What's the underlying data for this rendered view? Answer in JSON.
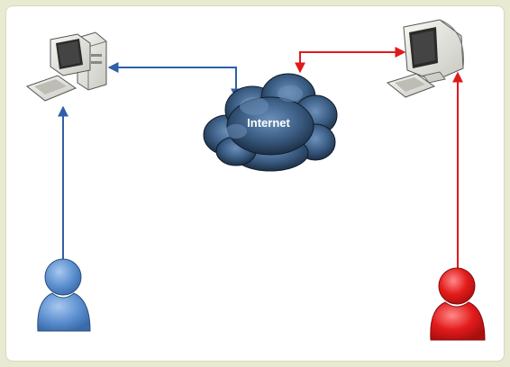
{
  "diagram": {
    "cloud_label": "Internet",
    "colors": {
      "left_link": "#2f5fa8",
      "right_link": "#e01a1a",
      "cloud_dark": "#1c2f45",
      "cloud_mid": "#3d5f86",
      "cloud_light": "#6d91bb",
      "left_user": "#5b8fcf",
      "right_user": "#e31b1b",
      "frame": "#e9ead2",
      "panel": "#ffffff"
    },
    "nodes": [
      {
        "id": "left-computer",
        "icon": "desktop-computer-icon"
      },
      {
        "id": "right-computer",
        "icon": "crt-monitor-computer-icon"
      },
      {
        "id": "internet-cloud",
        "icon": "cloud-icon"
      },
      {
        "id": "left-user",
        "icon": "user-icon"
      },
      {
        "id": "right-user",
        "icon": "user-icon"
      }
    ],
    "links": [
      {
        "from": "left-computer",
        "to": "internet-cloud",
        "color": "left_link",
        "bidirectional": true
      },
      {
        "from": "left-user",
        "to": "left-computer",
        "color": "left_link",
        "bidirectional": false
      },
      {
        "from": "internet-cloud",
        "to": "right-computer",
        "color": "right_link",
        "bidirectional": true
      },
      {
        "from": "right-user",
        "to": "right-computer",
        "color": "right_link",
        "bidirectional": false
      }
    ]
  }
}
